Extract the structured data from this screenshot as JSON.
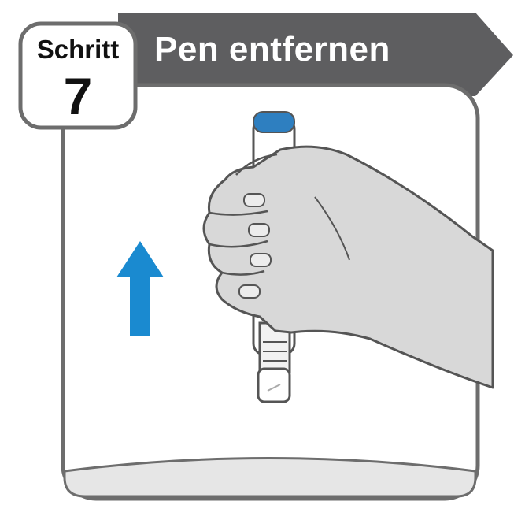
{
  "step": {
    "label": "Schritt",
    "number": "7"
  },
  "banner": {
    "title": "Pen entfernen"
  },
  "colors": {
    "banner": "#5e5e60",
    "panel_border": "#6d6d6d",
    "hand": "#d8d8d8",
    "arrow": "#1a8ad0",
    "pen_cap": "#2e7fc0",
    "medicine_window": "#e8c230"
  },
  "icons": {
    "arrow": "arrow-up-icon",
    "pen": "injection-pen-icon",
    "hand": "hand-icon"
  }
}
